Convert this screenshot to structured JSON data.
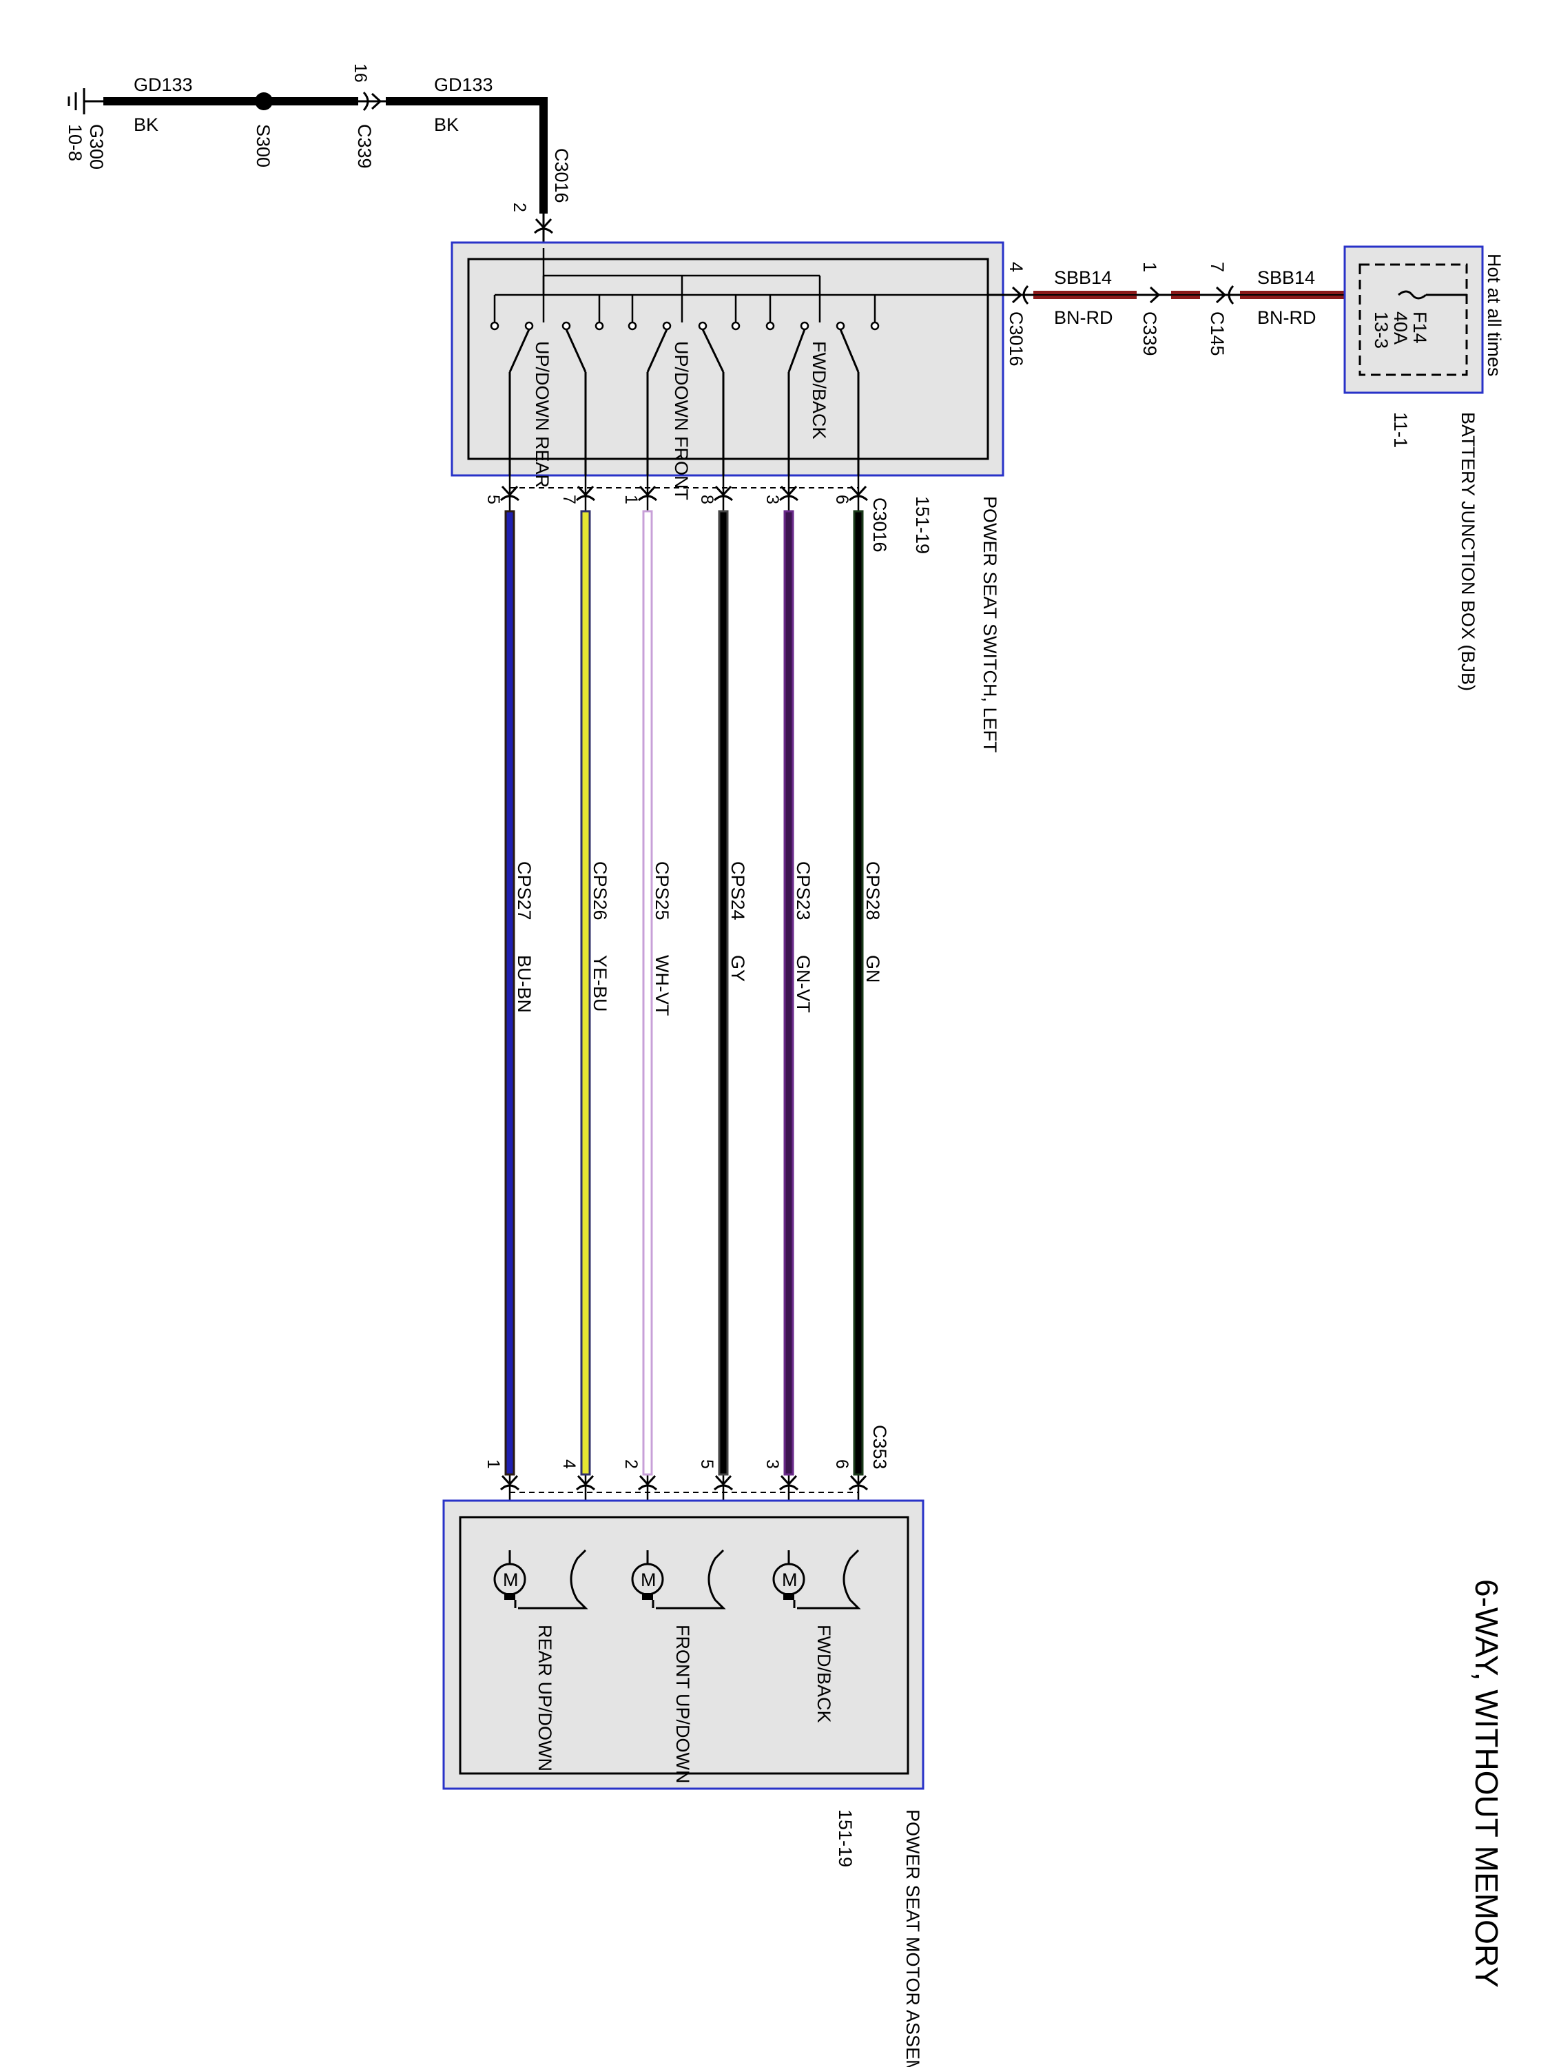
{
  "title": "6-WAY, WITHOUT MEMORY",
  "colors": {
    "box_border": "#2832c8",
    "box_fill": "#e4e4e4",
    "wire_black": "#000000",
    "wire_red": "#8b1a1a",
    "wire_blue": "#2020b0",
    "wire_yellow": "#e6e632",
    "wire_white_violet": "#c8a0d8",
    "wire_green_violet": "#3c1450"
  },
  "ground": {
    "ref": "G300",
    "page": "10-8",
    "splice": "S300",
    "inline": "C339",
    "inline_pin": "16",
    "circuit": "GD133",
    "color": "BK",
    "switch_pin": "2",
    "switch_connector": "C3016"
  },
  "feed": {
    "label": "Hot at all times",
    "module": "BATTERY JUNCTION BOX (BJB)",
    "module_page": "11-1",
    "fuse": "F14",
    "fuse_rating": "40A",
    "fuse_page": "13-3",
    "circuit": "SBB14",
    "color": "BN-RD",
    "c145": "C145",
    "c145_pin": "7",
    "c339": "C339",
    "c339_pin": "1",
    "switch_connector": "C3016",
    "switch_pin": "4"
  },
  "switch_module": {
    "name": "POWER SEAT SWITCH, LEFT",
    "page": "151-19",
    "connector": "C3016",
    "sections": [
      "UP/DOWN REAR",
      "UP/DOWN FRONT",
      "FWD/BACK"
    ]
  },
  "motor_module": {
    "name": "POWER SEAT MOTOR ASSEMBLY, LEFT",
    "page": "151-19",
    "connector": "C353",
    "motors": [
      "REAR UP/DOWN",
      "FRONT UP/DOWN",
      "FWD/BACK"
    ]
  },
  "wires": [
    {
      "circuit": "CPS27",
      "color": "BU-BN",
      "switch_pin": "5",
      "motor_pin": "1"
    },
    {
      "circuit": "CPS26",
      "color": "YE-BU",
      "switch_pin": "7",
      "motor_pin": "4"
    },
    {
      "circuit": "CPS25",
      "color": "WH-VT",
      "switch_pin": "1",
      "motor_pin": "2"
    },
    {
      "circuit": "CPS24",
      "color": "GY",
      "switch_pin": "8",
      "motor_pin": "5"
    },
    {
      "circuit": "CPS23",
      "color": "GN-VT",
      "switch_pin": "3",
      "motor_pin": "3"
    },
    {
      "circuit": "CPS28",
      "color": "GN",
      "switch_pin": "6",
      "motor_pin": "6"
    }
  ],
  "motor_symbol": "M"
}
